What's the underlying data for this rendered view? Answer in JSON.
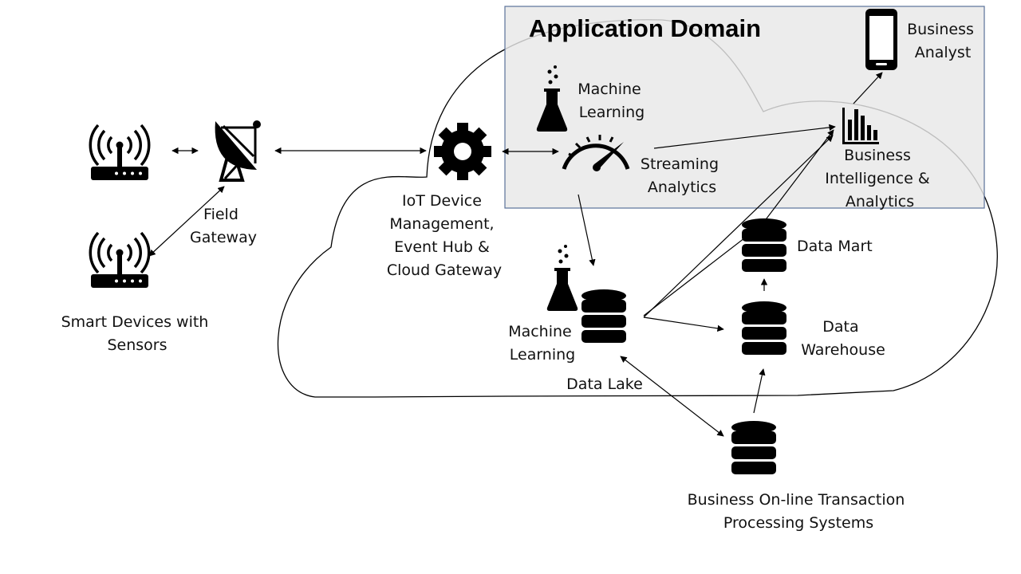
{
  "diagram": {
    "title": "Application Domain",
    "colors": {
      "domain_fill": "#e8e8e8",
      "domain_border": "#5b7199",
      "ink": "#000000"
    },
    "icons": [
      "wifi-router-icon",
      "satellite-dish-icon",
      "gear-icon",
      "flask-icon",
      "speedometer-icon",
      "bar-chart-icon",
      "smartphone-icon",
      "database-icon"
    ],
    "nodes": {
      "smart_devices": {
        "line1": "Smart Devices with",
        "line2": "Sensors"
      },
      "field_gateway": {
        "line1": "Field",
        "line2": "Gateway"
      },
      "iot": {
        "line1": "IoT Device",
        "line2": "Management,",
        "line3": "Event Hub &",
        "line4": "Cloud Gateway"
      },
      "ml_top": {
        "line1": "Machine",
        "line2": "Learning"
      },
      "streaming": {
        "line1": "Streaming",
        "line2": "Analytics"
      },
      "bi": {
        "line1": "Business",
        "line2": "Intelligence &",
        "line3": "Analytics"
      },
      "analyst": {
        "line1": "Business",
        "line2": "Analyst"
      },
      "data_mart": {
        "label": "Data Mart"
      },
      "data_warehouse": {
        "line1": "Data",
        "line2": "Warehouse"
      },
      "ml_lake": {
        "line1": "Machine",
        "line2": "Learning"
      },
      "data_lake": {
        "label": "Data Lake"
      },
      "oltp": {
        "line1": "Business On-line Transaction",
        "line2": "Processing Systems"
      }
    }
  }
}
